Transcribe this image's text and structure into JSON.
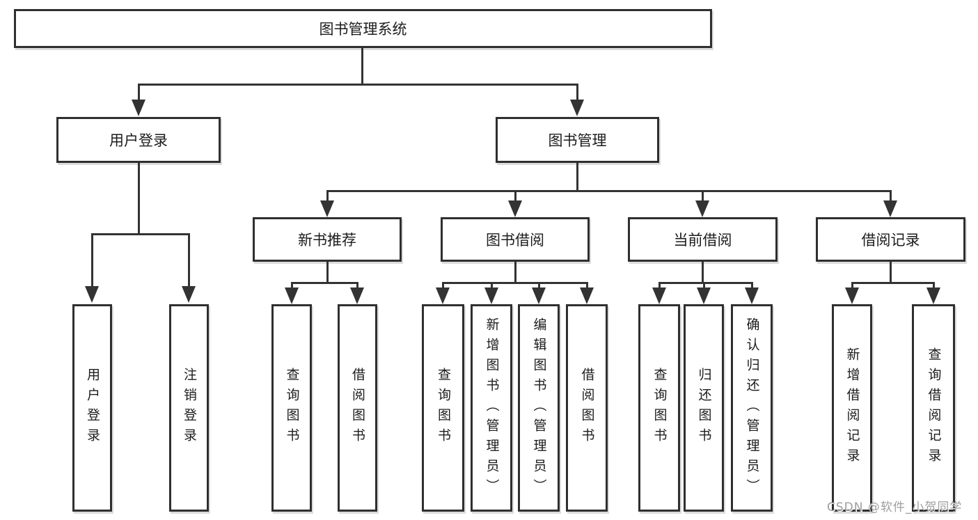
{
  "diagram_type": "functional-structure-tree",
  "colors": {
    "background": "#ffffff",
    "box_border": "#2f2f2f",
    "connector_line": "#333333",
    "text": "#1c1c1c",
    "watermark": "#9e9e9e"
  },
  "watermark": "CSDN @软件_小贺同学",
  "nodes": {
    "root": "图书管理系统",
    "userLogin": "用户登录",
    "bookMgmt": "图书管理",
    "newBookRec": "新书推荐",
    "bookBorrow": "图书借阅",
    "currentBorrow": "当前借阅",
    "borrowRecord": "借阅记录",
    "leafUserLogin": "用户登录",
    "leafLogout": "注销登录",
    "leafQueryBookRec": "查询图书",
    "leafBorrowBookRec": "借阅图书",
    "leafQueryBookBorrow": "查询图书",
    "leafAddBookAdmin": "新增图书（管理员）",
    "leafEditBookAdmin": "编辑图书（管理员）",
    "leafBorrowBookBorrow": "借阅图书",
    "leafQueryBookCurrent": "查询图书",
    "leafReturnBook": "归还图书",
    "leafConfirmReturnAdmin": "确认归还（管理员）",
    "leafAddBorrowRecord": "新增借阅记录",
    "leafQueryBorrowRecord": "查询借阅记录"
  },
  "hierarchy": {
    "图书管理系统": {
      "用户登录": [
        "用户登录",
        "注销登录"
      ],
      "图书管理": {
        "新书推荐": [
          "查询图书",
          "借阅图书"
        ],
        "图书借阅": [
          "查询图书",
          "新增图书（管理员）",
          "编辑图书（管理员）",
          "借阅图书"
        ],
        "当前借阅": [
          "查询图书",
          "归还图书",
          "确认归还（管理员）"
        ],
        "借阅记录": [
          "新增借阅记录",
          "查询借阅记录"
        ]
      }
    }
  }
}
